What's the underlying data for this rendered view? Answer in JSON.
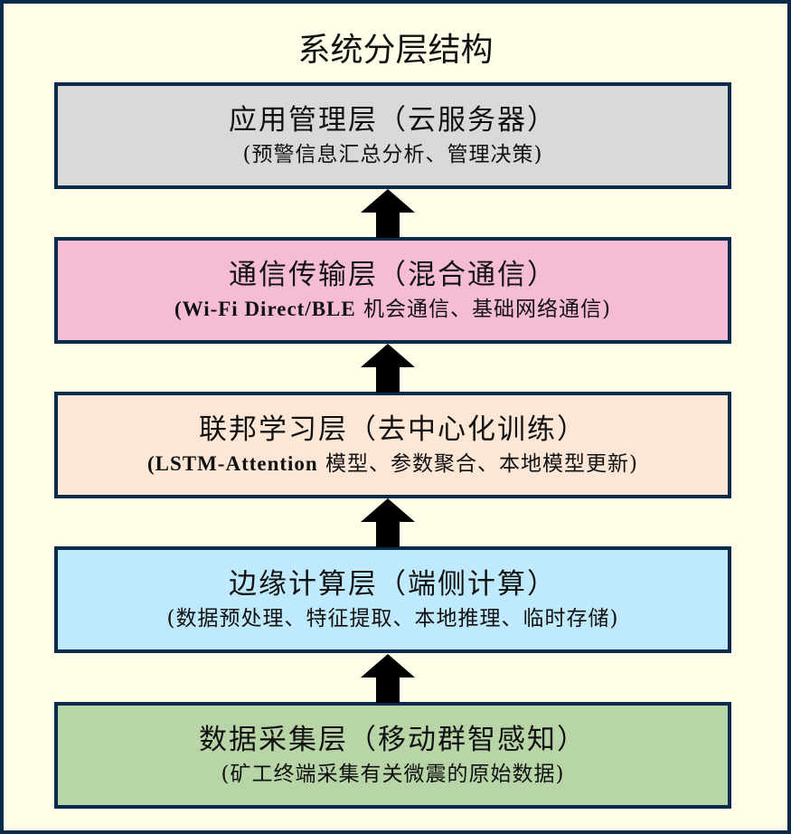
{
  "title": "系统分层结构",
  "layers": [
    {
      "name": "应用管理层（云服务器）",
      "desc_prefix": "",
      "desc": "(预警信息汇总分析、管理决策)",
      "color": "#d9d9d9"
    },
    {
      "name": "通信传输层（混合通信）",
      "desc_prefix": "(Wi-Fi Direct/BLE",
      "desc": " 机会通信、基础网络通信)",
      "color": "#f7bcd5"
    },
    {
      "name": "联邦学习层（去中心化训练）",
      "desc_prefix": "(LSTM-Attention",
      "desc": " 模型、参数聚合、本地模型更新)",
      "color": "#fce6d6"
    },
    {
      "name": "边缘计算层（端侧计算）",
      "desc_prefix": "",
      "desc": "(数据预处理、特征提取、本地推理、临时存储)",
      "color": "#bfeafd"
    },
    {
      "name": "数据采集层（移动群智感知）",
      "desc_prefix": "",
      "desc": "(矿工终端采集有关微震的原始数据)",
      "color": "#b7d5a7"
    }
  ],
  "arrow_color": "#000000"
}
